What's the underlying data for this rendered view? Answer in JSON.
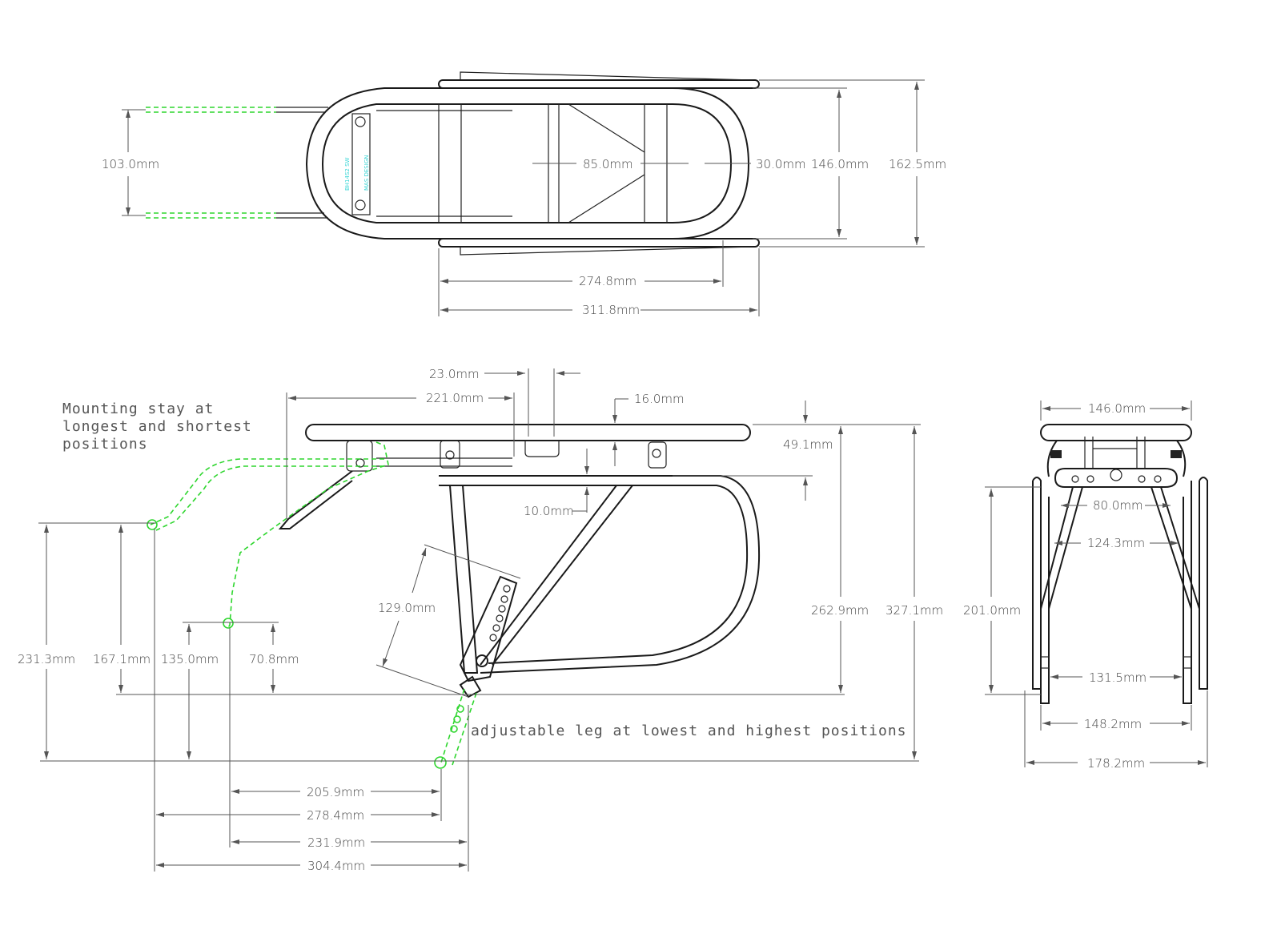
{
  "logo_text": [
    "MAS DESIGN",
    "BH14S2 SW"
  ],
  "top_view": {
    "dims": {
      "stay_spacing": "103.0mm",
      "inner_width": "85.0mm",
      "tube": "30.0mm",
      "width_146": "146.0mm",
      "width_total": "162.5mm",
      "length_274": "274.8mm",
      "length_total": "311.8mm"
    }
  },
  "side_view": {
    "note_stay": [
      "Mounting stay at",
      "longest and shortest",
      "positions"
    ],
    "note_leg": "adjustable leg at lowest and highest positions",
    "dims": {
      "d23": "23.0mm",
      "d221": "221.0mm",
      "d16": "16.0mm",
      "d49": "49.1mm",
      "d10": "10.0mm",
      "d129": "129.0mm",
      "d262": "262.9mm",
      "d327": "327.1mm",
      "d231": "231.3mm",
      "d167": "167.1mm",
      "d135": "135.0mm",
      "d70": "70.8mm",
      "d205": "205.9mm",
      "d278": "278.4mm",
      "d231b": "231.9mm",
      "d304": "304.4mm"
    }
  },
  "front_view": {
    "dims": {
      "top": "146.0mm",
      "d80": "80.0mm",
      "d124": "124.3mm",
      "height": "201.0mm",
      "d131": "131.5mm",
      "d148": "148.2mm",
      "d178": "178.2mm"
    }
  },
  "colors": {
    "lines": "#1a1a1a",
    "ghost": "#2ed62e",
    "logo": "#3cd6d6"
  }
}
